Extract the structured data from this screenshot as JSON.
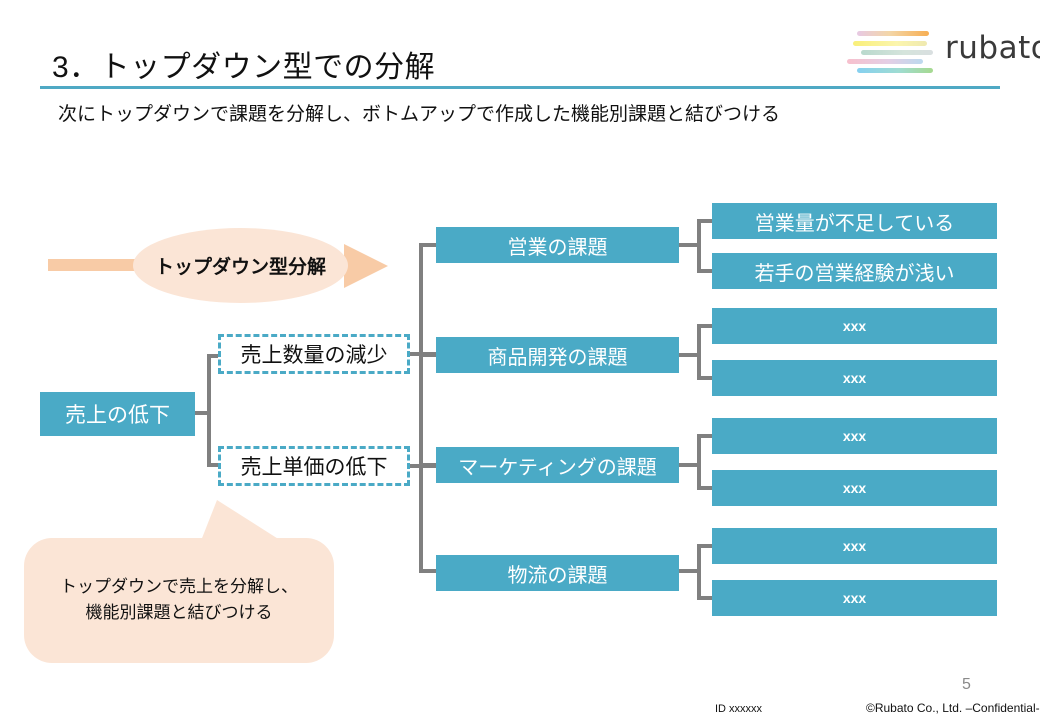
{
  "header": {
    "title": "3．トップダウン型での分解",
    "subtitle": "次にトップダウンで課題を分解し、ボトムアップで作成した機能別課題と結びつける",
    "rule_color": "#4FA9C4"
  },
  "logo": {
    "wordmark": "rubato",
    "bar_colors": [
      "#f7ae52",
      "#f9ef7a",
      "#b9d9cd",
      "#f7c0cd",
      "#86d0f0"
    ]
  },
  "arrow": {
    "label": "トップダウン型分解",
    "color": "#F8CBA6"
  },
  "tree": {
    "root": {
      "label": "売上の低下"
    },
    "branches": [
      {
        "label": "売上数量の減少"
      },
      {
        "label": "売上単価の低下"
      }
    ],
    "middle": [
      {
        "label": "営業の課題"
      },
      {
        "label": "商品開発の課題"
      },
      {
        "label": "マーケティングの課題"
      },
      {
        "label": "物流の課題"
      }
    ],
    "leaves": [
      {
        "label": "営業量が不足している"
      },
      {
        "label": "若手の営業経験が浅い"
      },
      {
        "label": "xxx"
      },
      {
        "label": "xxx"
      },
      {
        "label": "xxx"
      },
      {
        "label": "xxx"
      },
      {
        "label": "xxx"
      },
      {
        "label": "xxx"
      }
    ],
    "box_color": "#4AAAC6",
    "line_color": "#808080"
  },
  "callout": {
    "line1": "トップダウンで売上を分解し、",
    "line2": "機能別課題と結びつける",
    "color": "#FBE5D6"
  },
  "footer": {
    "page_number": "5",
    "id": "ID xxxxxx",
    "copyright": "©Rubato Co., Ltd. –Confidential-"
  }
}
